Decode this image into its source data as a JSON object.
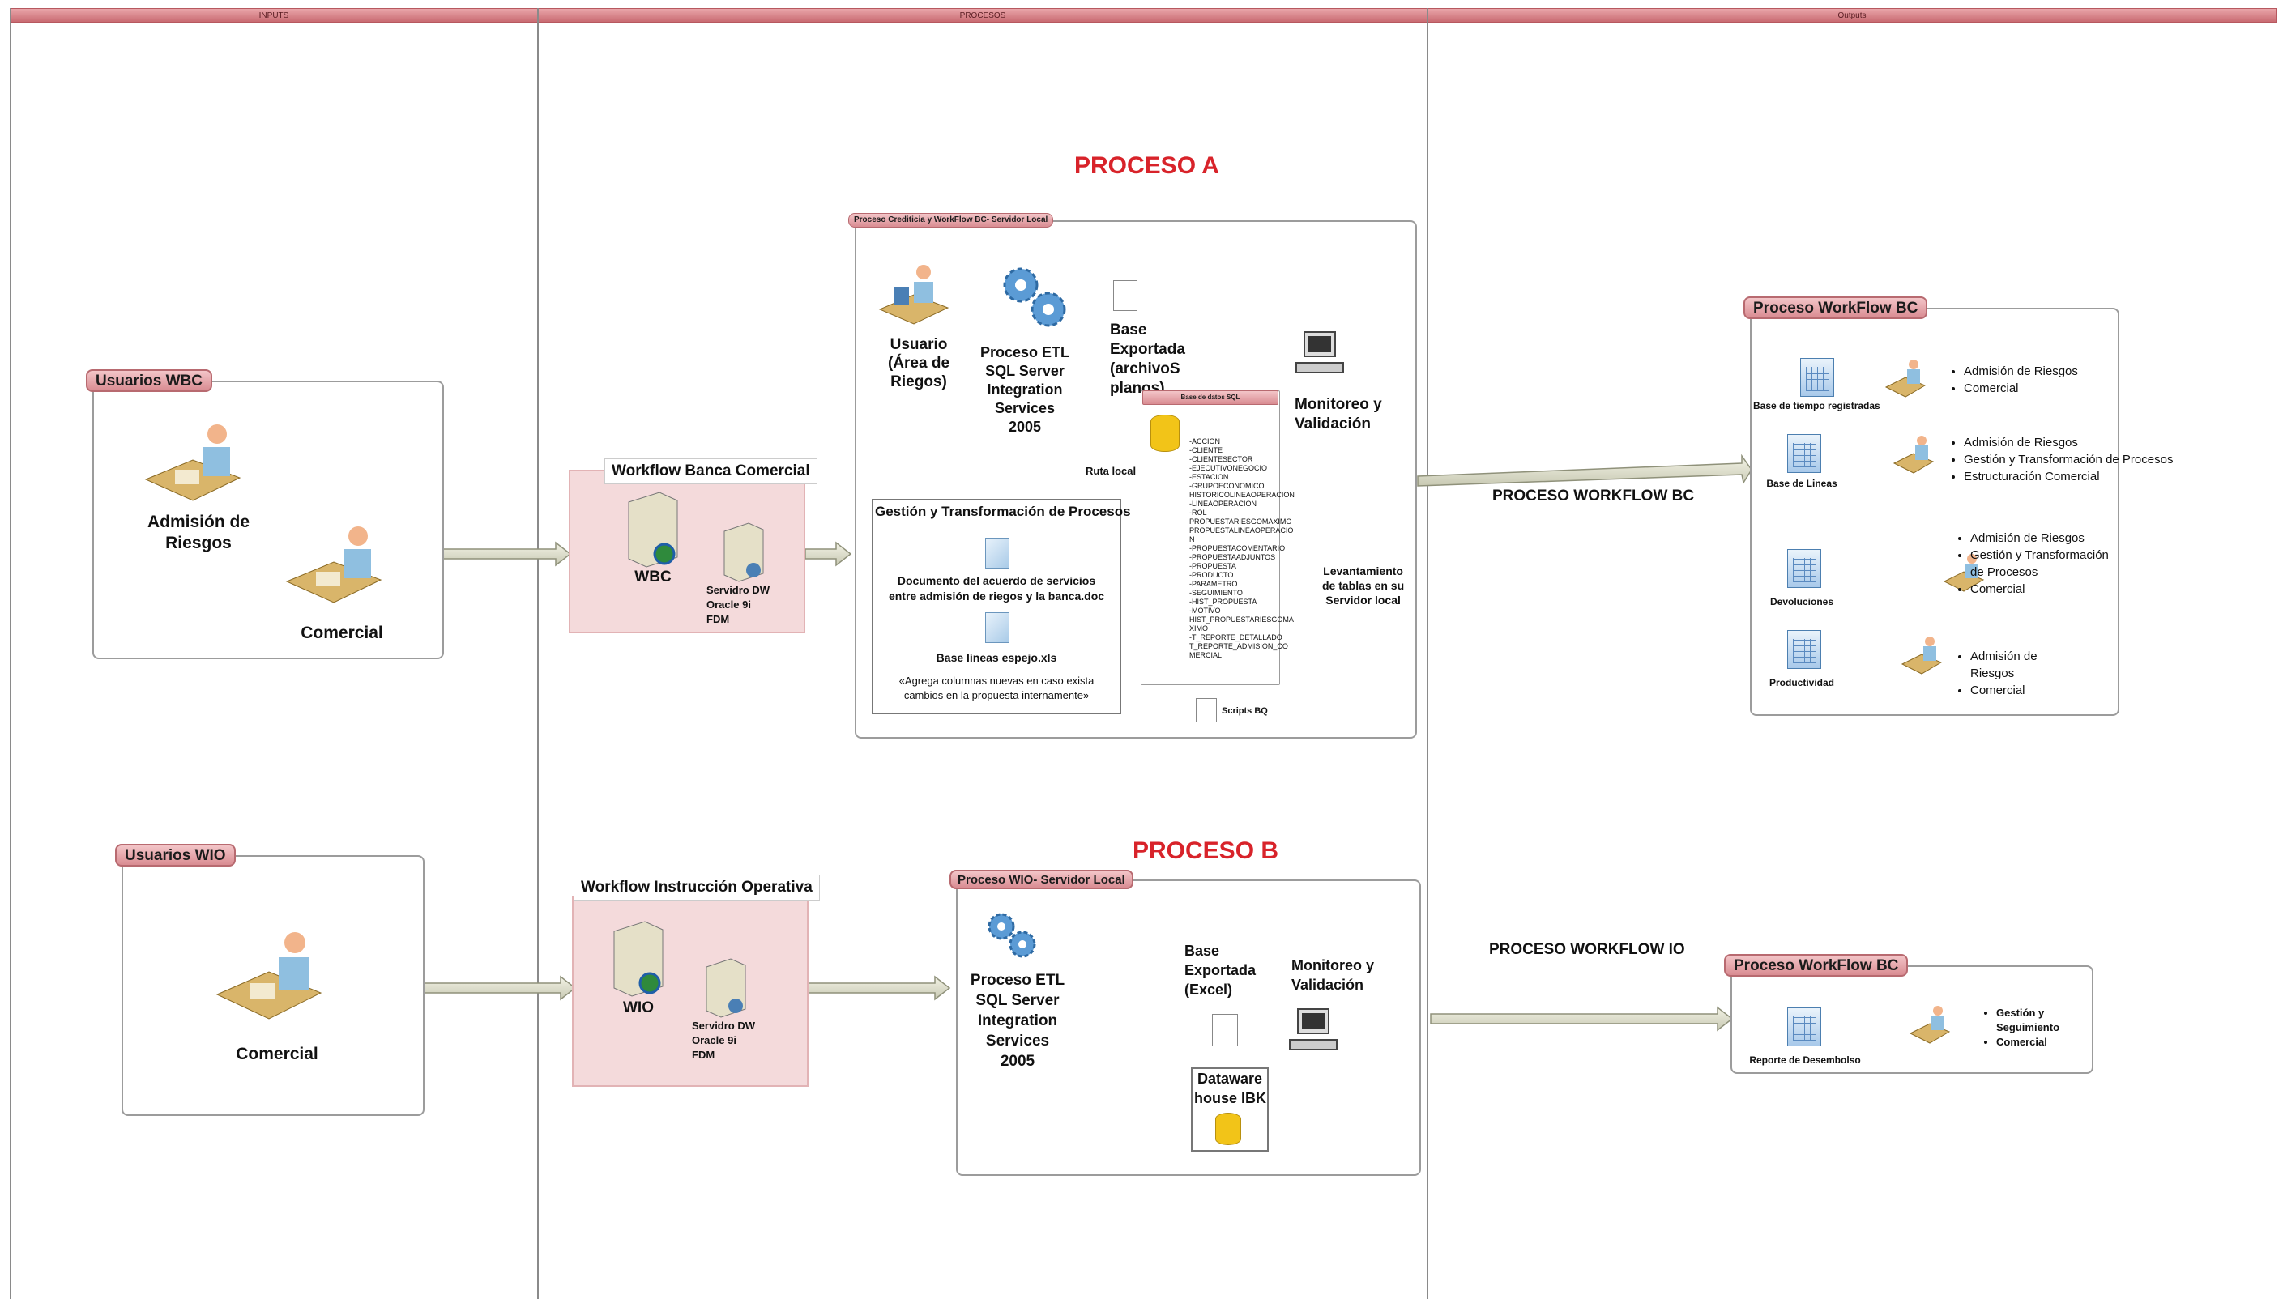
{
  "lanes": {
    "inputs": "INPUTS",
    "procesos": "PROCESOS",
    "outputs": "Outputs"
  },
  "proceso_a": {
    "title": "PROCESO A",
    "container_tab": "Proceso Crediticia y WorkFlow BC- Servidor Local",
    "usuario": "Usuario\n(Área de\nRiegos)",
    "etl": "Proceso ETL\nSQL Server\nIntegration\nServices\n2005",
    "base_exportada": "Base\nExportada\n(archivoS\nplanos)",
    "monitoreo": "Monitoreo y\nValidación",
    "ruta_local": "Ruta local",
    "db_tab": "Base de datos SQL",
    "db_fields": "-ACCION\n-CLIENTE\n-CLIENTESECTOR\n-EJECUTIVONEGOCIO\n-ESTACION\n-GRUPOECONOMICO\nHISTORICOLINEAOPERACION\n-LINEAOPERACION\n-ROL\nPROPUESTARIESGOMAXIMO\nPROPUESTALINEAOPERACIO\nN\n-PROPUESTACOMENTARIO\n-PROPUESTAADJUNTOS\n-PROPUESTA\n-PRODUCTO\n-PARAMETRO\n-SEGUIMIENTO\n-HIST_PROPUESTA\n-MOTIVO\nHIST_PROPUESTARIESGOMA\nXIMO\n-T_REPORTE_DETALLADO\nT_REPORTE_ADMISION_CO\nMERCIAL",
    "levantamiento": "Levantamiento\nde tablas en su\nServidor local",
    "scripts": "Scripts BQ",
    "gestion_title": "Gestión y Transformación de Procesos",
    "doc1": "Documento del acuerdo de servicios\nentre admisión de riegos y la banca.doc",
    "doc2": "Base líneas espejo.xls",
    "note": "«Agrega columnas nuevas en caso exista\ncambios en la propuesta internamente»"
  },
  "usuarios_wbc": {
    "tab": "Usuarios WBC",
    "admision": "Admisión de\nRiesgos",
    "comercial": "Comercial"
  },
  "workflow_bc": {
    "title": "Workflow Banca Comercial",
    "server1": "WBC",
    "server2": "Servidro DW\nOracle 9i\nFDM"
  },
  "flow_bc": "PROCESO WORKFLOW BC",
  "outputs_bc": {
    "tab": "Proceso WorkFlow BC",
    "rows": [
      {
        "label": "Base de tiempo registradas",
        "items": [
          "Admisión de Riesgos",
          "Comercial"
        ]
      },
      {
        "label": "Base de Lineas",
        "items": [
          "Admisión de Riesgos",
          "Gestión y Transformación de Procesos",
          "Estructuración Comercial"
        ]
      },
      {
        "label": "Devoluciones",
        "items": [
          "Admisión de Riesgos",
          "Gestión y Transformación de Procesos",
          "Comercial"
        ]
      },
      {
        "label": "Productividad",
        "items": [
          "Admisión de Riesgos",
          "Comercial"
        ]
      }
    ]
  },
  "proceso_b": {
    "title": "PROCESO B",
    "container_tab": "Proceso WIO- Servidor Local",
    "etl": "Proceso ETL\nSQL Server\nIntegration\nServices\n2005",
    "base_exportada": "Base\nExportada\n(Excel)",
    "monitoreo": "Monitoreo y\nValidación",
    "dataware": "Dataware\nhouse IBK"
  },
  "usuarios_wio": {
    "tab": "Usuarios WIO",
    "comercial": "Comercial"
  },
  "workflow_io": {
    "title": "Workflow Instrucción Operativa",
    "server1": "WIO",
    "server2": "Servidro DW\nOracle 9i\nFDM"
  },
  "flow_io": "PROCESO WORKFLOW IO",
  "outputs_io": {
    "tab": "Proceso WorkFlow BC",
    "label": "Reporte de Desembolso",
    "items": [
      "Gestión y Seguimiento",
      "Comercial"
    ]
  },
  "colors": {
    "accent_red": "#d8232a",
    "lane_pink": "#d98c92",
    "pink_fill": "#f4dadb"
  }
}
